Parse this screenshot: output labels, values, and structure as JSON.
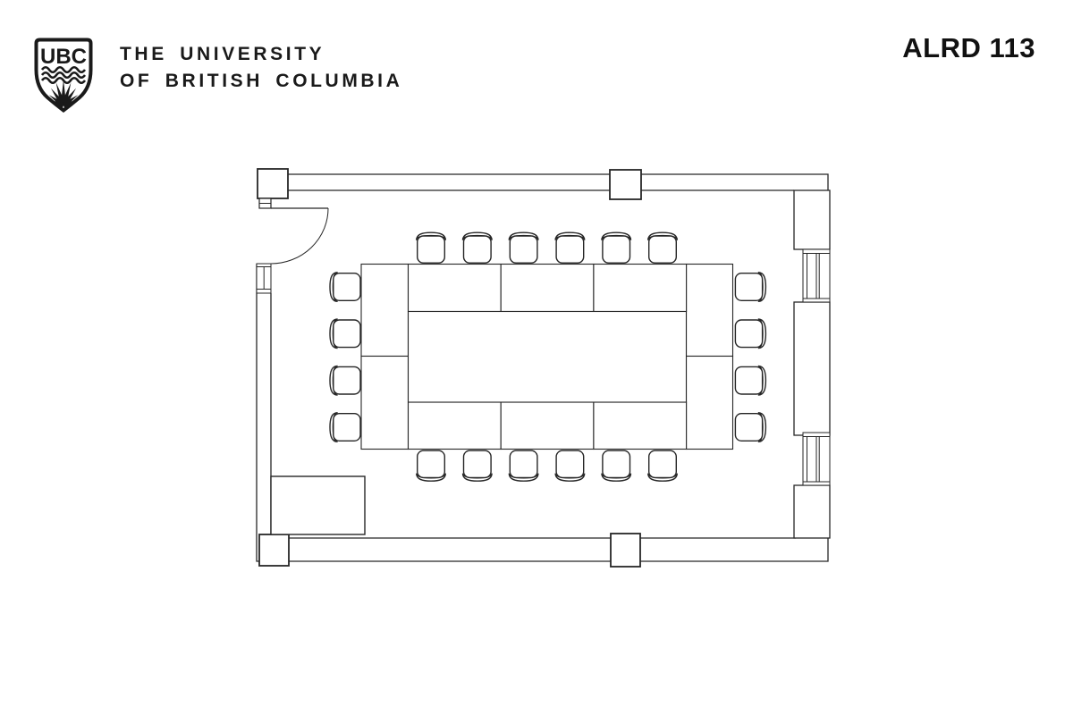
{
  "header": {
    "logo_monogram": "UBC",
    "wordmark_line1": "THE UNIVERSITY",
    "wordmark_line2": "OF BRITISH COLUMBIA",
    "room_code": "ALRD 113"
  },
  "colors": {
    "background": "#ffffff",
    "ink": "#1a1a1a",
    "plan_line": "#262626"
  },
  "floorplan": {
    "room_code": "ALRD 113",
    "layout_style": "hollow boardroom",
    "table_section_count": 10,
    "chair_count": 20,
    "window_count": 3,
    "door_count": 1,
    "column_count": 4,
    "credenza_count": 1
  }
}
